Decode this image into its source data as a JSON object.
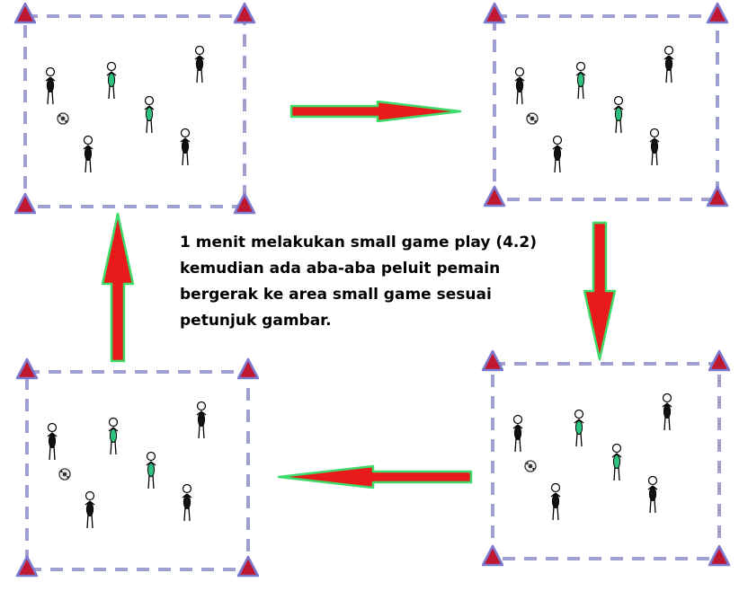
{
  "caption": {
    "lines": [
      "1 menit melakukan small game play (4.2)",
      "kemudian ada aba-aba peluit pemain",
      "bergerak ke area small game sesuai",
      "petunjuk gambar."
    ]
  },
  "colors": {
    "field_border": "#9f9fd0",
    "cone_fill": "#c01830",
    "cone_outline": "#7a7ad0",
    "arrow_fill": "#e81a1a",
    "arrow_outline": "#3ddc6a",
    "team_a": "#111111",
    "team_b": "#2ec27e"
  },
  "icons": [
    "cone-icon",
    "player-icon",
    "ball-icon",
    "arrow-icon"
  ],
  "fields": [
    {
      "name": "field-top-left",
      "players": [
        "dark",
        "green",
        "green",
        "dark",
        "dark",
        "dark"
      ],
      "has_ball": true
    },
    {
      "name": "field-top-right",
      "players": [
        "dark",
        "green",
        "green",
        "dark",
        "dark",
        "dark"
      ],
      "has_ball": true
    },
    {
      "name": "field-bottom-right",
      "players": [
        "dark",
        "green",
        "green",
        "dark",
        "dark",
        "dark"
      ],
      "has_ball": true
    },
    {
      "name": "field-bottom-left",
      "players": [
        "dark",
        "green",
        "green",
        "dark",
        "dark",
        "dark"
      ],
      "has_ball": true
    }
  ],
  "rotation": [
    "top-left",
    "top-right",
    "bottom-right",
    "bottom-left",
    "top-left"
  ]
}
